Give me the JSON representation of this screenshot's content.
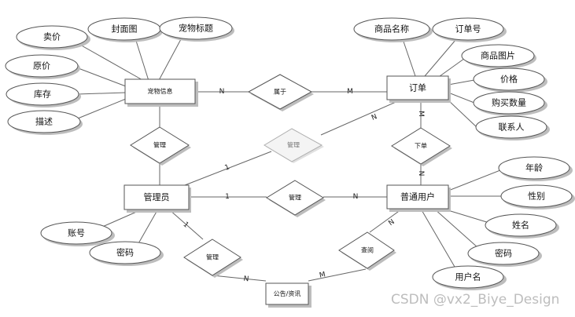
{
  "diagram": {
    "entities": [
      {
        "id": "pet",
        "label": "宠物信息"
      },
      {
        "id": "order",
        "label": "订单"
      },
      {
        "id": "admin",
        "label": "管理员"
      },
      {
        "id": "user",
        "label": "普通用户"
      },
      {
        "id": "notice",
        "label": "公告/资讯"
      }
    ],
    "relationships": [
      {
        "id": "belongs",
        "label": "属于"
      },
      {
        "id": "manage_pet",
        "label": "管理"
      },
      {
        "id": "manage_order",
        "label": "管理"
      },
      {
        "id": "place_order",
        "label": "下单"
      },
      {
        "id": "manage_user",
        "label": "管理"
      },
      {
        "id": "manage_notice",
        "label": "管理"
      },
      {
        "id": "view_notice",
        "label": "查阅"
      }
    ],
    "attributes": [
      {
        "id": "pet_price",
        "label": "卖价"
      },
      {
        "id": "pet_cover",
        "label": "封面图"
      },
      {
        "id": "pet_title",
        "label": "宠物标题"
      },
      {
        "id": "pet_orig_price",
        "label": "原价"
      },
      {
        "id": "pet_stock",
        "label": "库存"
      },
      {
        "id": "pet_desc",
        "label": "描述"
      },
      {
        "id": "order_product_name",
        "label": "商品名称"
      },
      {
        "id": "order_no",
        "label": "订单号"
      },
      {
        "id": "order_product_img",
        "label": "商品图片"
      },
      {
        "id": "order_price",
        "label": "价格"
      },
      {
        "id": "order_qty",
        "label": "购买数量"
      },
      {
        "id": "order_contact",
        "label": "联系人"
      },
      {
        "id": "user_age",
        "label": "年龄"
      },
      {
        "id": "user_gender",
        "label": "性别"
      },
      {
        "id": "user_name",
        "label": "姓名"
      },
      {
        "id": "user_password",
        "label": "密码"
      },
      {
        "id": "user_username",
        "label": "用户名"
      },
      {
        "id": "admin_account",
        "label": "账号"
      },
      {
        "id": "admin_password",
        "label": "密码"
      }
    ],
    "cardinalities": [
      {
        "id": "c_belongs_pet",
        "label": "N"
      },
      {
        "id": "c_belongs_order",
        "label": "M"
      },
      {
        "id": "c_order_manage",
        "label": "N"
      },
      {
        "id": "c_admin_manage_order",
        "label": "1"
      },
      {
        "id": "c_order_place",
        "label": "M"
      },
      {
        "id": "c_user_place",
        "label": "N"
      },
      {
        "id": "c_admin_manage_user",
        "label": "1"
      },
      {
        "id": "c_user_manage",
        "label": "N"
      },
      {
        "id": "c_admin_notice",
        "label": "1"
      },
      {
        "id": "c_notice_manage",
        "label": "N"
      },
      {
        "id": "c_notice_view",
        "label": "M"
      },
      {
        "id": "c_user_view",
        "label": "N"
      }
    ]
  },
  "watermark": "CSDN @vx2_Biye_Design"
}
